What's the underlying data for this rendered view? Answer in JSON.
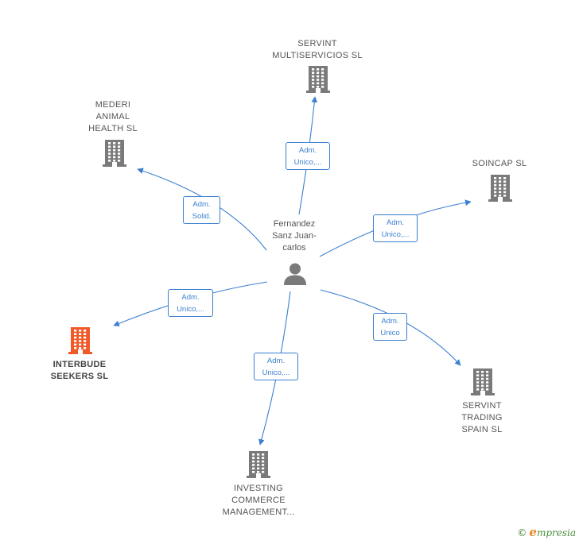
{
  "colors": {
    "edge": "#3b7fd1",
    "building": "#7a7a7a",
    "building_highlight": "#f05a28",
    "person": "#7a7a7a"
  },
  "center": {
    "name_lines": [
      "Fernandez",
      "Sanz Juan-",
      "carlos"
    ],
    "icon": "person-icon"
  },
  "nodes": [
    {
      "id": "servint-multiservicios",
      "lines": [
        "SERVINT",
        "MULTISERVICIOS SL"
      ],
      "icon": "building-icon",
      "highlight": false
    },
    {
      "id": "mederi-animal-health",
      "lines": [
        "MEDERI",
        "ANIMAL",
        "HEALTH SL"
      ],
      "icon": "building-icon",
      "highlight": false
    },
    {
      "id": "soincap",
      "lines": [
        "SOINCAP SL"
      ],
      "icon": "building-icon",
      "highlight": false
    },
    {
      "id": "interbude-seekers",
      "lines": [
        "INTERBUDE",
        "SEEKERS SL"
      ],
      "icon": "building-icon",
      "highlight": true
    },
    {
      "id": "servint-trading-spain",
      "lines": [
        "SERVINT",
        "TRADING",
        "SPAIN SL"
      ],
      "icon": "building-icon",
      "highlight": false
    },
    {
      "id": "investing-commerce",
      "lines": [
        "INVESTING",
        "COMMERCE",
        "MANAGEMENT..."
      ],
      "icon": "building-icon",
      "highlight": false
    }
  ],
  "edges": [
    {
      "target": "servint-multiservicios",
      "lines": [
        "Adm.",
        "Unico,..."
      ]
    },
    {
      "target": "mederi-animal-health",
      "lines": [
        "Adm.",
        "Solid."
      ]
    },
    {
      "target": "soincap",
      "lines": [
        "Adm.",
        "Unico,..."
      ]
    },
    {
      "target": "interbude-seekers",
      "lines": [
        "Adm.",
        "Unico,..."
      ]
    },
    {
      "target": "servint-trading-spain",
      "lines": [
        "Adm.",
        "Unico"
      ]
    },
    {
      "target": "investing-commerce",
      "lines": [
        "Adm.",
        "Unico,..."
      ]
    }
  ],
  "watermark": {
    "copyright": "©",
    "brand_initial": "e",
    "brand_rest": "mpresia"
  }
}
